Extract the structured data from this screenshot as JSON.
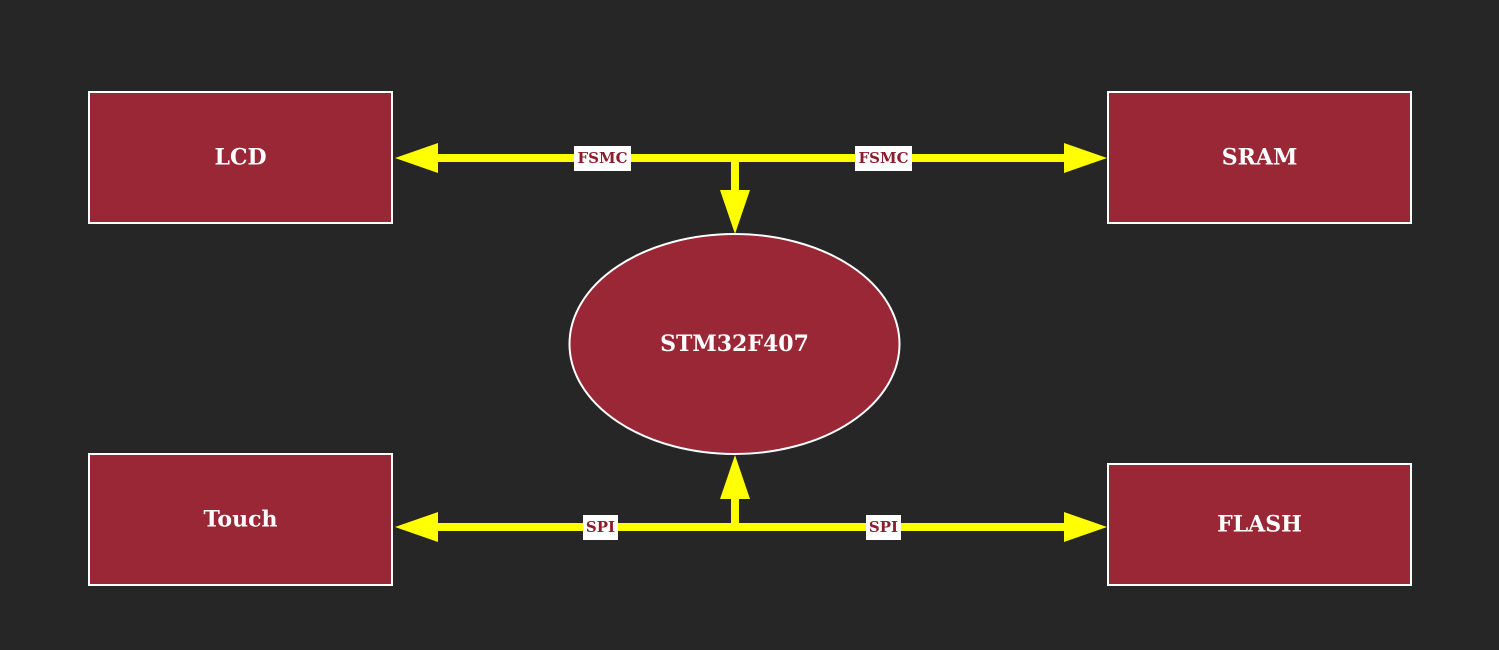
{
  "colors": {
    "background": "#262626",
    "node_fill": "#9a2736",
    "node_stroke": "#ffffff",
    "edge": "#ffff00",
    "edge_label_bg": "#ffffff",
    "edge_label_text": "#8b1e2b"
  },
  "nodes": {
    "lcd": "LCD",
    "sram": "SRAM",
    "mcu": "STM32F407",
    "touch": "Touch",
    "flash": "FLASH"
  },
  "edges": {
    "lcd_label": "FSMC",
    "sram_label": "FSMC",
    "touch_label": "SPI",
    "flash_label": "SPI"
  }
}
